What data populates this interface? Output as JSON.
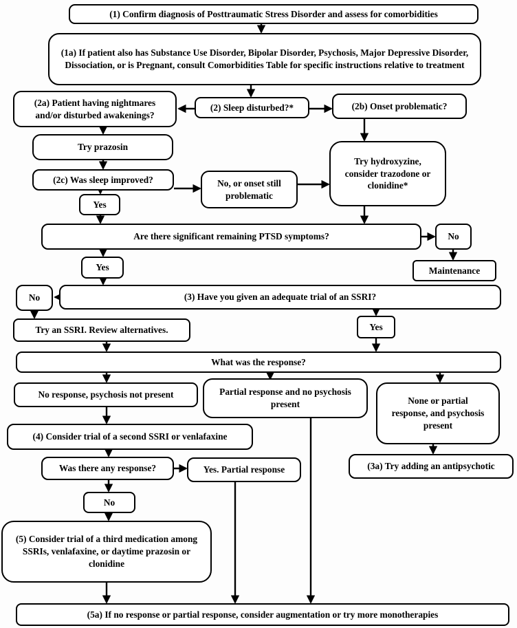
{
  "diagram": {
    "type": "flowchart",
    "colors": {
      "border": "#000000",
      "background": "#ffffff",
      "text": "#000000"
    },
    "nodes": [
      {
        "id": "n1",
        "label": "(1) Confirm diagnosis of Posttraumatic Stress Disorder and assess for comorbidities"
      },
      {
        "id": "n1a",
        "label": "(1a) If patient also has Substance Use Disorder, Bipolar Disorder, Psychosis, Major Depressive Disorder, Dissociation, or is Pregnant, consult Comorbidities Table for specific instructions relative to treatment"
      },
      {
        "id": "n2a",
        "label": "(2a) Patient having nightmares and/or disturbed awakenings?"
      },
      {
        "id": "n2",
        "label": "(2) Sleep disturbed?*"
      },
      {
        "id": "n2b",
        "label": "(2b) Onset problematic?"
      },
      {
        "id": "try_prazosin",
        "label": "Try prazosin"
      },
      {
        "id": "n2c",
        "label": "(2c) Was sleep improved?"
      },
      {
        "id": "no_onset",
        "label": "No, or onset still problematic"
      },
      {
        "id": "hydroxyzine",
        "label": "Try hydroxyzine, consider trazodone or clonidine*"
      },
      {
        "id": "yes1",
        "label": "Yes"
      },
      {
        "id": "ptsd_symptoms",
        "label": "Are there significant remaining PTSD symptoms?"
      },
      {
        "id": "no1",
        "label": "No"
      },
      {
        "id": "maintenance",
        "label": "Maintenance"
      },
      {
        "id": "yes2",
        "label": "Yes"
      },
      {
        "id": "no2",
        "label": "No"
      },
      {
        "id": "n3",
        "label": "(3) Have you given an adequate trial of an SSRI?"
      },
      {
        "id": "try_ssri",
        "label": "Try an SSRI. Review alternatives."
      },
      {
        "id": "yes3",
        "label": "Yes"
      },
      {
        "id": "response",
        "label": "What was the response?"
      },
      {
        "id": "no_response",
        "label": "No response, psychosis not present"
      },
      {
        "id": "partial_response",
        "label": "Partial response and no psychosis present"
      },
      {
        "id": "none_partial",
        "label": "None or partial response, and psychosis present"
      },
      {
        "id": "n4",
        "label": "(4) Consider trial of a second SSRI or venlafaxine"
      },
      {
        "id": "was_response",
        "label": "Was there any response?"
      },
      {
        "id": "yes_partial",
        "label": "Yes. Partial response"
      },
      {
        "id": "n3a",
        "label": "(3a) Try adding an antipsychotic"
      },
      {
        "id": "no3",
        "label": "No"
      },
      {
        "id": "n5",
        "label": "(5) Consider trial of a third medication among SSRIs, venlafaxine, or daytime prazosin or clonidine"
      },
      {
        "id": "n5a",
        "label": "(5a) If no response or partial response, consider augmentation or try more monotherapies"
      }
    ],
    "edges": [
      {
        "from": "n1",
        "to": "n1a"
      },
      {
        "from": "n1a",
        "to": "n2"
      },
      {
        "from": "n2a",
        "to": "try_prazosin"
      },
      {
        "from": "try_prazosin",
        "to": "n2c"
      },
      {
        "from": "n2c",
        "to": "yes1"
      },
      {
        "from": "yes1",
        "to": "ptsd_symptoms"
      },
      {
        "from": "n2b",
        "to": "hydroxyzine"
      },
      {
        "from": "hydroxyzine",
        "to": "ptsd_symptoms"
      },
      {
        "from": "no1",
        "to": "maintenance"
      },
      {
        "from": "ptsd_symptoms",
        "to": "yes2"
      },
      {
        "from": "yes2",
        "to": "n3"
      },
      {
        "from": "no2",
        "to": "try_ssri"
      },
      {
        "from": "n3",
        "to": "yes3"
      },
      {
        "from": "try_ssri",
        "to": "response"
      },
      {
        "from": "yes3",
        "to": "response"
      },
      {
        "from": "response",
        "to": "no_response"
      },
      {
        "from": "response",
        "to": "partial_response"
      },
      {
        "from": "response",
        "to": "none_partial"
      },
      {
        "from": "no_response",
        "to": "n4"
      },
      {
        "from": "none_partial",
        "to": "n3a"
      },
      {
        "from": "n4",
        "to": "was_response"
      },
      {
        "from": "was_response",
        "to": "no3"
      },
      {
        "from": "no3",
        "to": "n5"
      },
      {
        "from": "n5",
        "to": "n5a"
      },
      {
        "from": "yes_partial",
        "to": "n5a"
      },
      {
        "from": "partial_response",
        "to": "n5a"
      },
      {
        "from": "n2",
        "to": "n2a"
      },
      {
        "from": "n2",
        "to": "n2b"
      },
      {
        "from": "n2c",
        "to": "no_onset"
      },
      {
        "from": "no_onset",
        "to": "hydroxyzine"
      },
      {
        "from": "ptsd_symptoms",
        "to": "no1"
      },
      {
        "from": "n3",
        "to": "no2"
      },
      {
        "from": "was_response",
        "to": "yes_partial"
      }
    ]
  }
}
